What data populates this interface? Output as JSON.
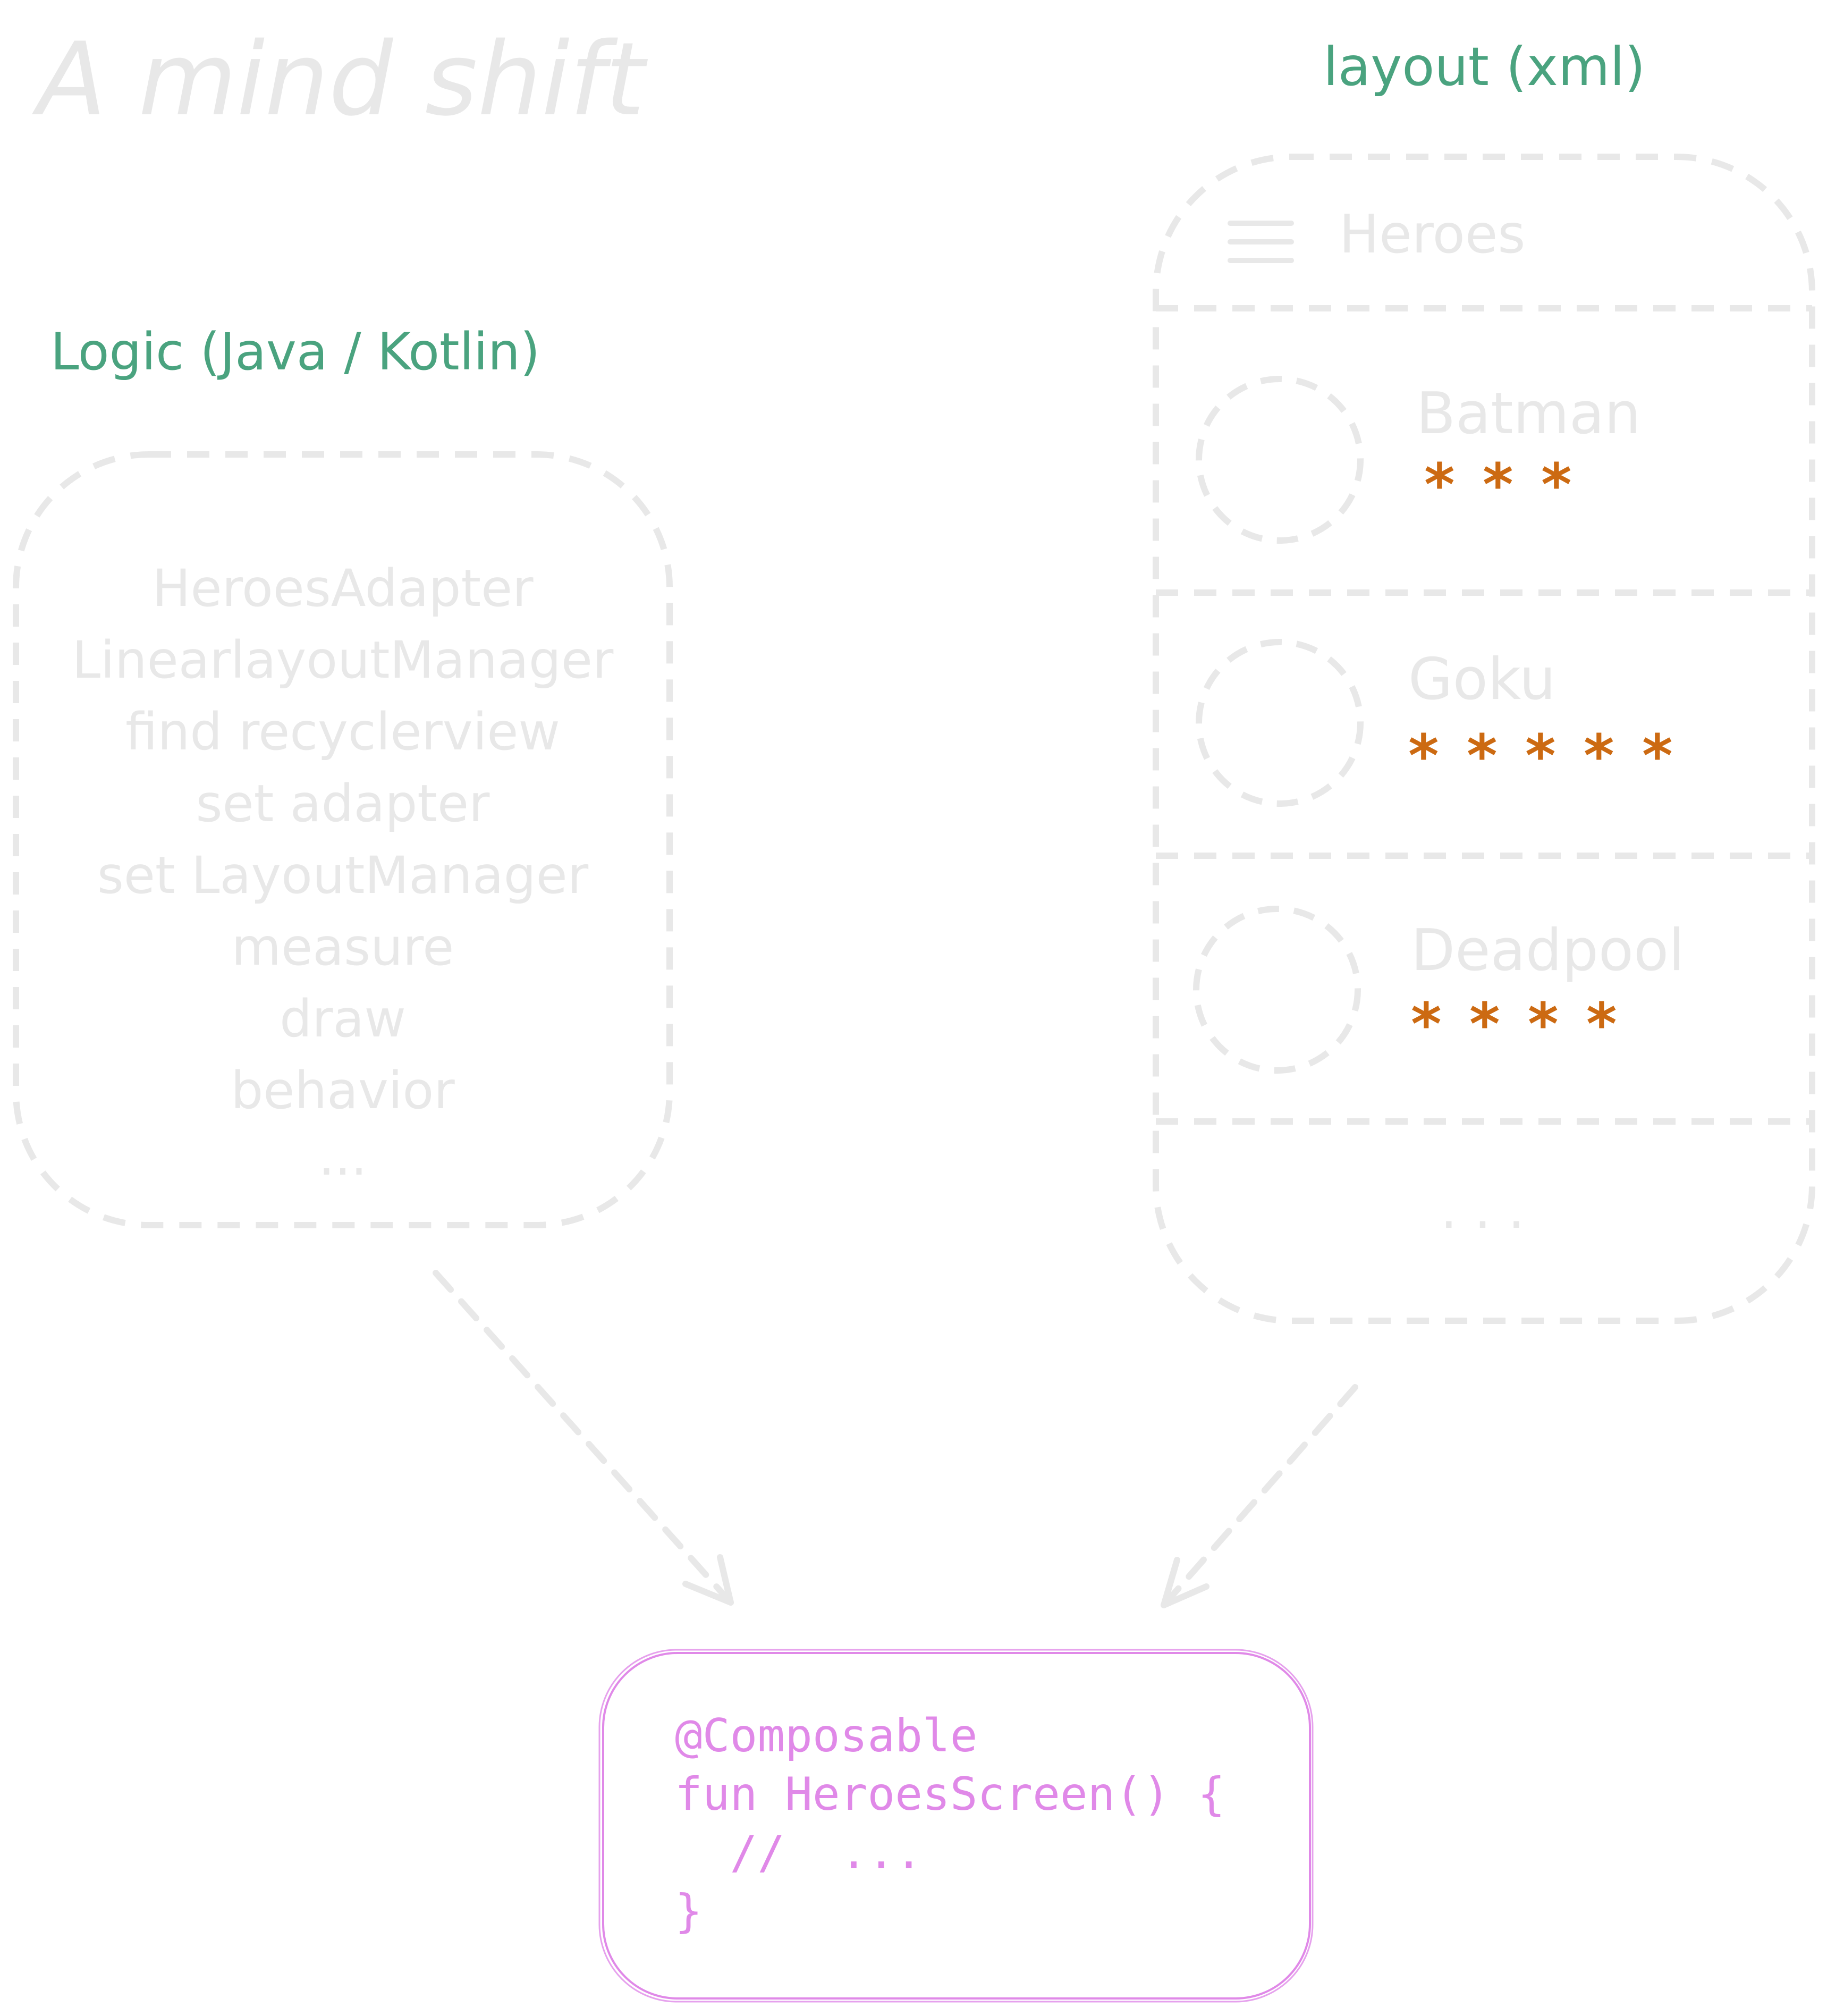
{
  "title": "A mind shift",
  "logic_panel": {
    "heading": "Logic (Java / Kotlin)",
    "lines": [
      "HeroesAdapter",
      "LinearlayoutManager",
      "find recyclerview",
      "set adapter",
      "set LayoutManager",
      "measure",
      "draw",
      "behavior",
      "..."
    ]
  },
  "layout_panel": {
    "heading": "layout (xml)",
    "header_title": "Heroes",
    "items": [
      {
        "name": "Batman",
        "stars": 3
      },
      {
        "name": "Goku",
        "stars": 5
      },
      {
        "name": "Deadpool",
        "stars": 4
      }
    ],
    "more": ". . ."
  },
  "code_box": {
    "lines": [
      "@Composable",
      "fun HeroesScreen() {",
      "  //  ...",
      "}"
    ]
  },
  "colors": {
    "faint": "#e8e8e8",
    "heading": "#4aa37f",
    "star": "#cc6a12",
    "code": "#e089e8"
  }
}
